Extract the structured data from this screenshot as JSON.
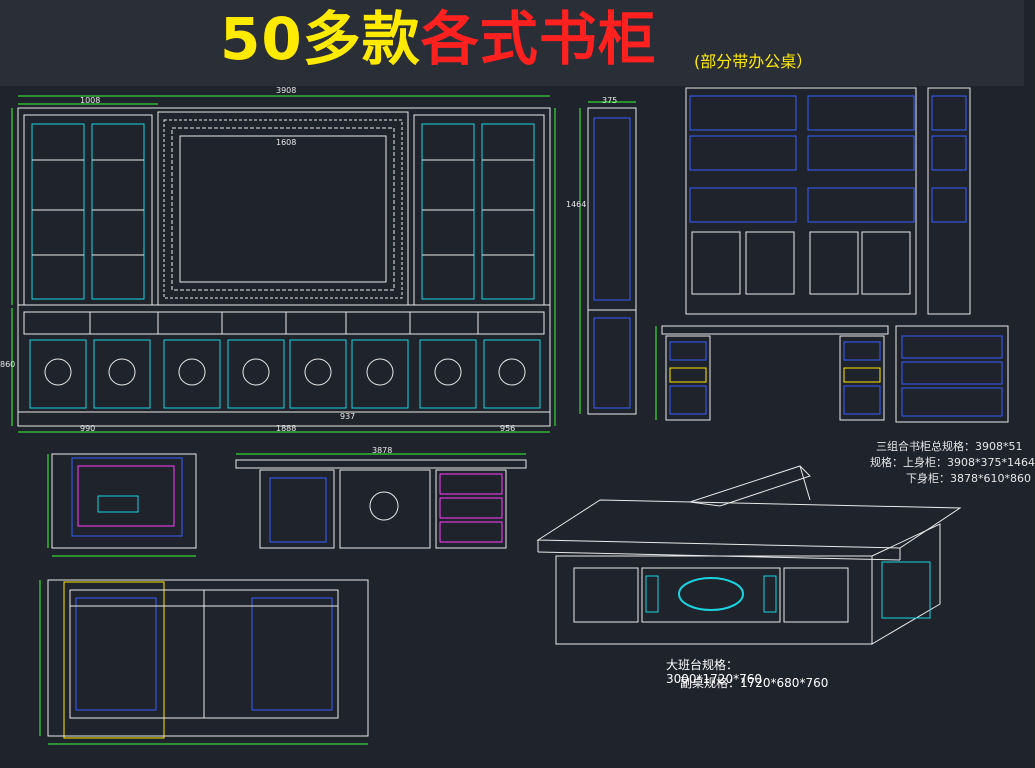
{
  "header": {
    "title_part1": "50多款",
    "title_part2": "各式书柜",
    "subtitle": "(部分带办公桌）"
  },
  "specs": {
    "cabinet_total": "三组合书柜总规格：3908*51",
    "upper_cabinet": "规格：上身柜：3908*375*1464",
    "lower_cabinet": "下身柜：3878*610*860",
    "desk_label": "大班台规格：",
    "desk_size": "3000*1720*760",
    "side_desk": "副桌规格：1720*680*760"
  },
  "dimensions": {
    "d_total_width": "3908",
    "d_left_unit": "1008",
    "d_center_unit": "1608",
    "d_side_depth": "375",
    "d_height_upper": "1464",
    "d_height_lower": "860",
    "d_desk_front": "3878",
    "d_bottom_left": "990",
    "d_bottom_center": "1888",
    "d_bottom_right": "956",
    "d_mid": "937"
  },
  "colors": {
    "background": "#1f232b",
    "line_white": "#e8e8e8",
    "line_cyan": "#19d4e0",
    "line_blue": "#3a5dff",
    "line_green": "#3bff3b",
    "line_magenta": "#ff3cff",
    "line_yellow": "#ffea00",
    "title_yellow": "#ffea00",
    "title_red": "#ff2020"
  }
}
